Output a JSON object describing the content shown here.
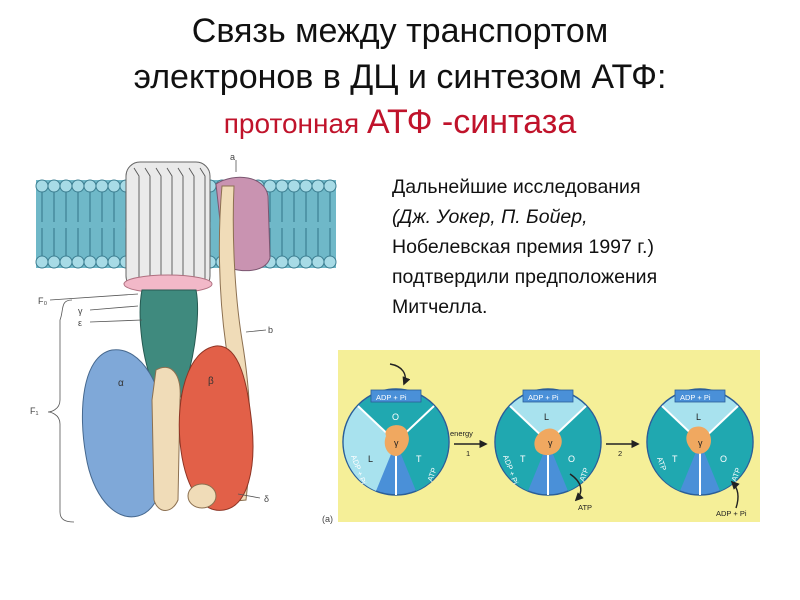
{
  "title": {
    "line1": "Связь между транспортом",
    "line2": "электронов в ДЦ и синтезом АТФ:",
    "line3_prefix": "протонная ",
    "line3_main": "АТФ -синтаза"
  },
  "info": {
    "line1": "Дальнейшие исследования",
    "line2": "(Дж. Уокер, П. Бойер,",
    "line3": "Нобелевская премия 1997 г.)",
    "line4": "подтвердили предположения",
    "line5": "Митчелла."
  },
  "enzyme": {
    "labels": {
      "a": "a",
      "f0": "F₀",
      "gamma": "γ",
      "epsilon": "ε",
      "b": "b",
      "f1": "F₁",
      "alpha": "α",
      "beta": "β",
      "delta": "δ",
      "caption": "(a)"
    },
    "colors": {
      "membrane": "#6fb8c8",
      "head": "#5b96c0",
      "c_ring": "#eaeaea",
      "a_subunit": "#c993b1",
      "gamma": "#3f8a7e",
      "alpha": "#7fa8d8",
      "beta": "#e26048",
      "stator": "#f0dcb8"
    }
  },
  "cycle": {
    "background": "#f5ef98",
    "top_labels": [
      "ADP + Pi",
      "ADP + Pi",
      "ADP + Pi"
    ],
    "sector_letters": [
      [
        "O",
        "L",
        "T"
      ],
      [
        "L",
        "T",
        "O"
      ],
      [
        "L",
        "T",
        "O"
      ]
    ],
    "gamma": "γ",
    "left_side_labels": [
      "ADP + Pi",
      "ADP + Pi",
      "ATP"
    ],
    "right_side_labels": [
      "ATP",
      "ATP",
      "ATP"
    ],
    "arrow1_top": "energy",
    "arrow1_num": "1",
    "arrow2_num": "2",
    "atp_out": "ATP",
    "adp_in": "ADP + Pi",
    "colors": {
      "teal": "#20a8b0",
      "light": "#a8e2ee",
      "blue": "#4a90d8",
      "gamma": "#f0a860"
    }
  }
}
